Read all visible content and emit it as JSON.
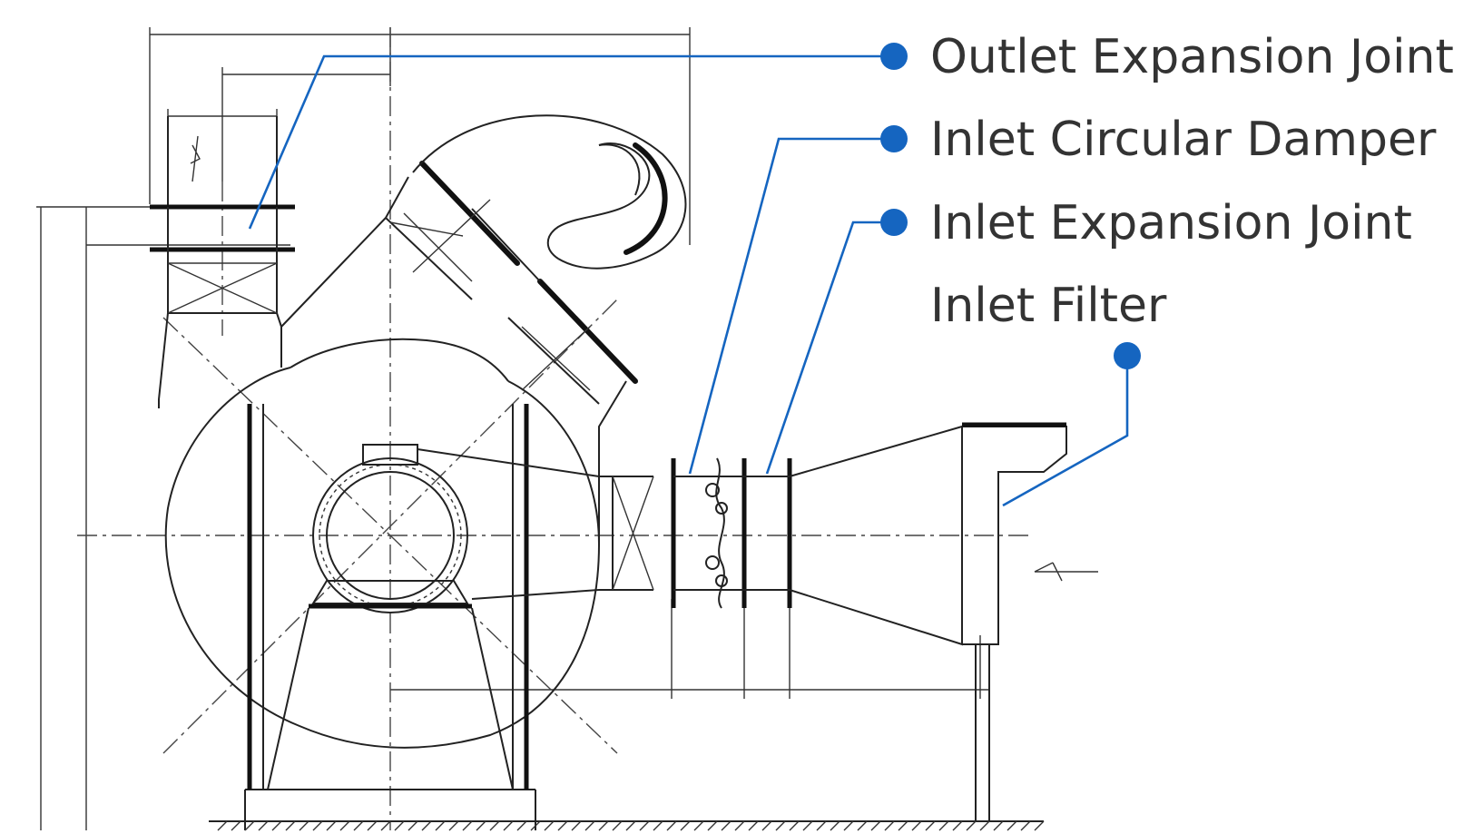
{
  "labels": {
    "outlet_expansion_joint": "Outlet Expansion Joint",
    "inlet_circular_damper": "Inlet Circular Damper",
    "inlet_expansion_joint": "Inlet Expansion Joint",
    "inlet_filter": "Inlet Filter"
  },
  "colors": {
    "leader": "#1565c0",
    "linework": "#222222",
    "label_text": "#333333",
    "background": "#ffffff"
  }
}
